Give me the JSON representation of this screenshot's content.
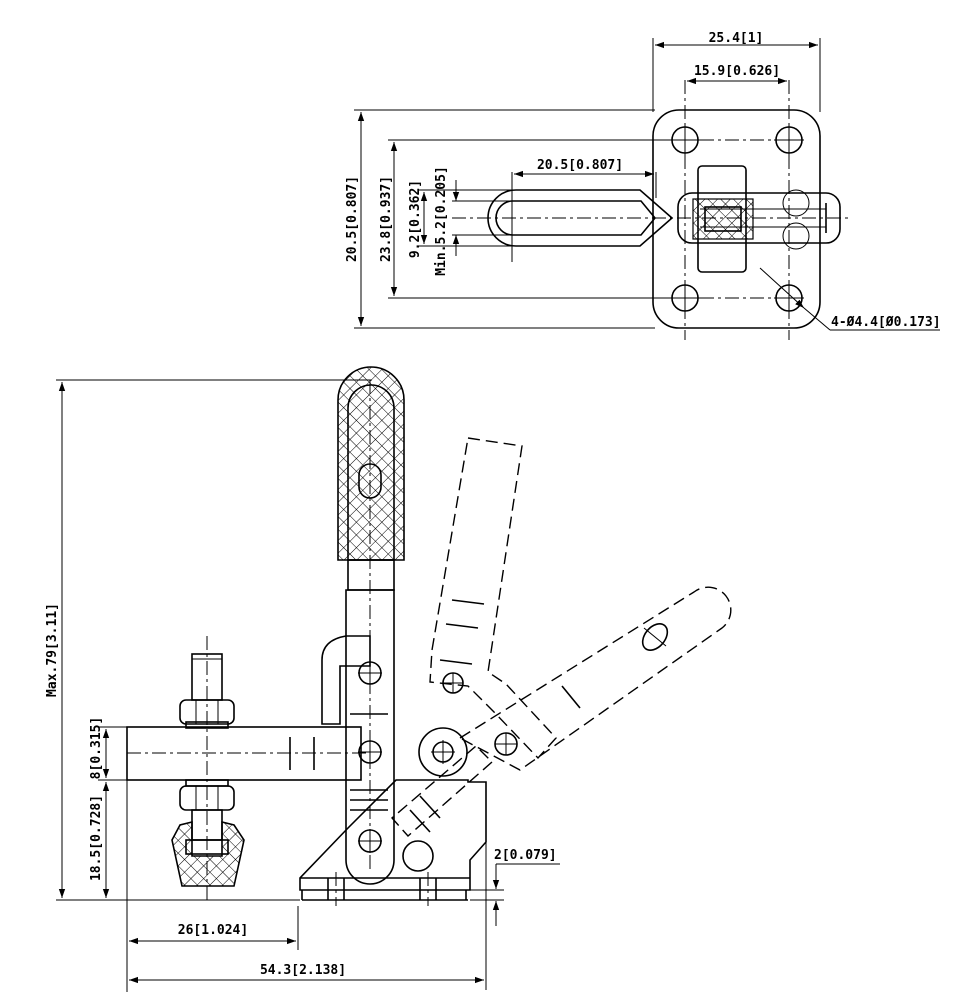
{
  "top_view": {
    "width_overall": "25.4[1]",
    "width_holes": "15.9[0.626]",
    "spindle_slot": "20.5[0.807]",
    "height_overall": "20.5[0.807]",
    "height_outer": "23.8[0.937]",
    "height_slot": "9.2[0.362]",
    "min_gap": "Min.5.2[0.205]",
    "holes": "4-Ø4.4[Ø0.173]"
  },
  "side_view": {
    "max_height": "Max.79[3.11]",
    "arm_thickness": "8[0.315]",
    "arm_height": "18.5[0.728]",
    "base_thickness": "2[0.079]",
    "reach": "26[1.024]",
    "overall_length": "54.3[2.138]"
  }
}
